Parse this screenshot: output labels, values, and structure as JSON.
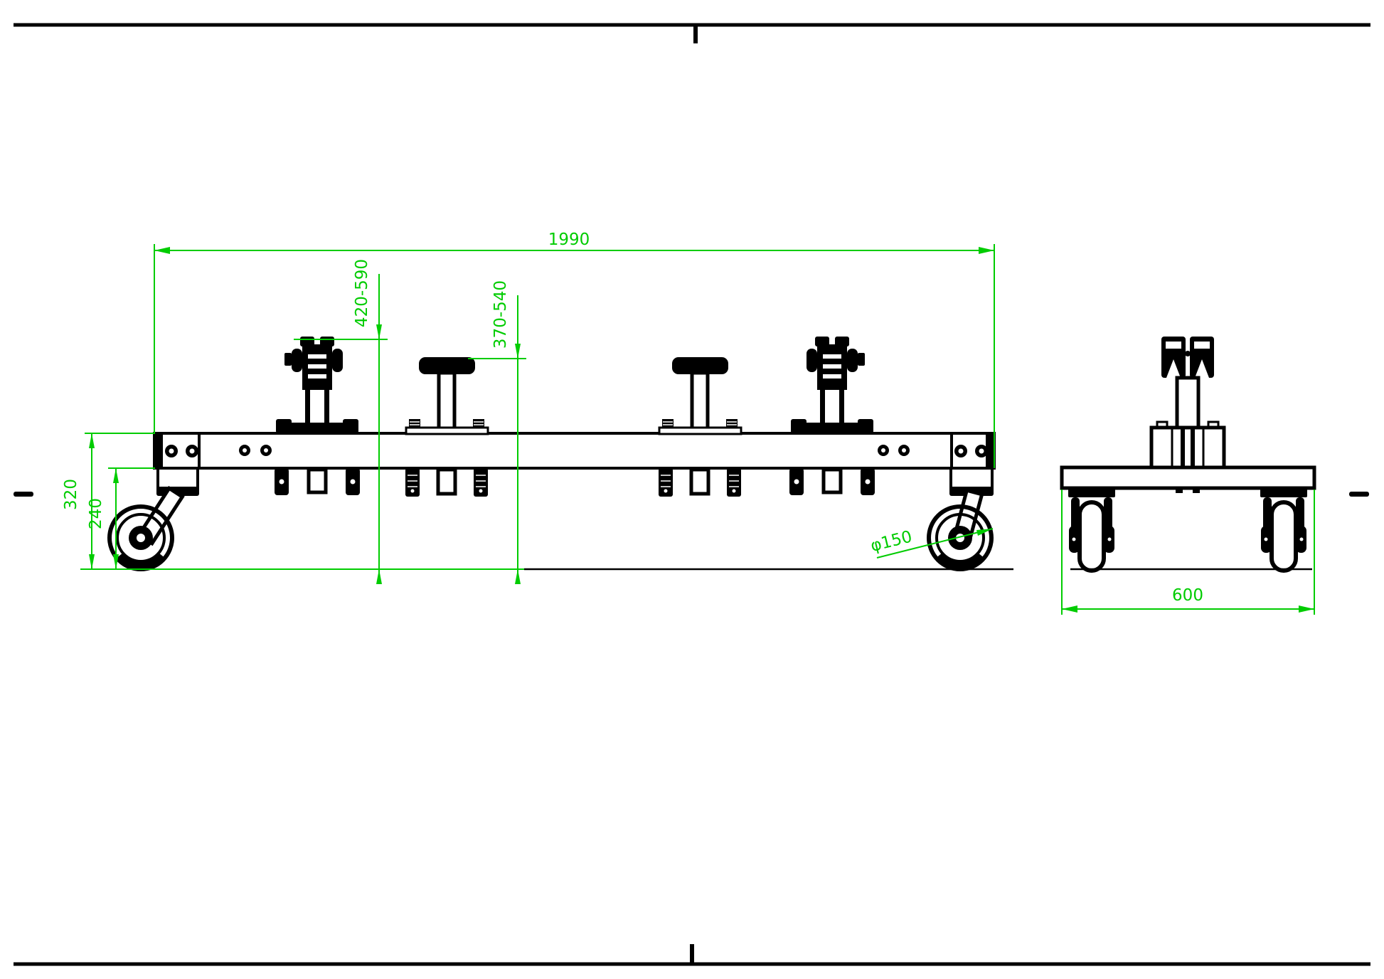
{
  "sheet": {
    "background": "#ffffff",
    "drawing_line_color": "#000000",
    "dimension_color": "#00cc00"
  },
  "dimensions": {
    "overall_length": "1990",
    "clamp_post_height_range": "420-590",
    "pad_post_height_range": "370-540",
    "frame_top_height": "320",
    "frame_bottom_height": "240",
    "caster_wheel_diameter": "φ150",
    "overall_width": "600"
  }
}
